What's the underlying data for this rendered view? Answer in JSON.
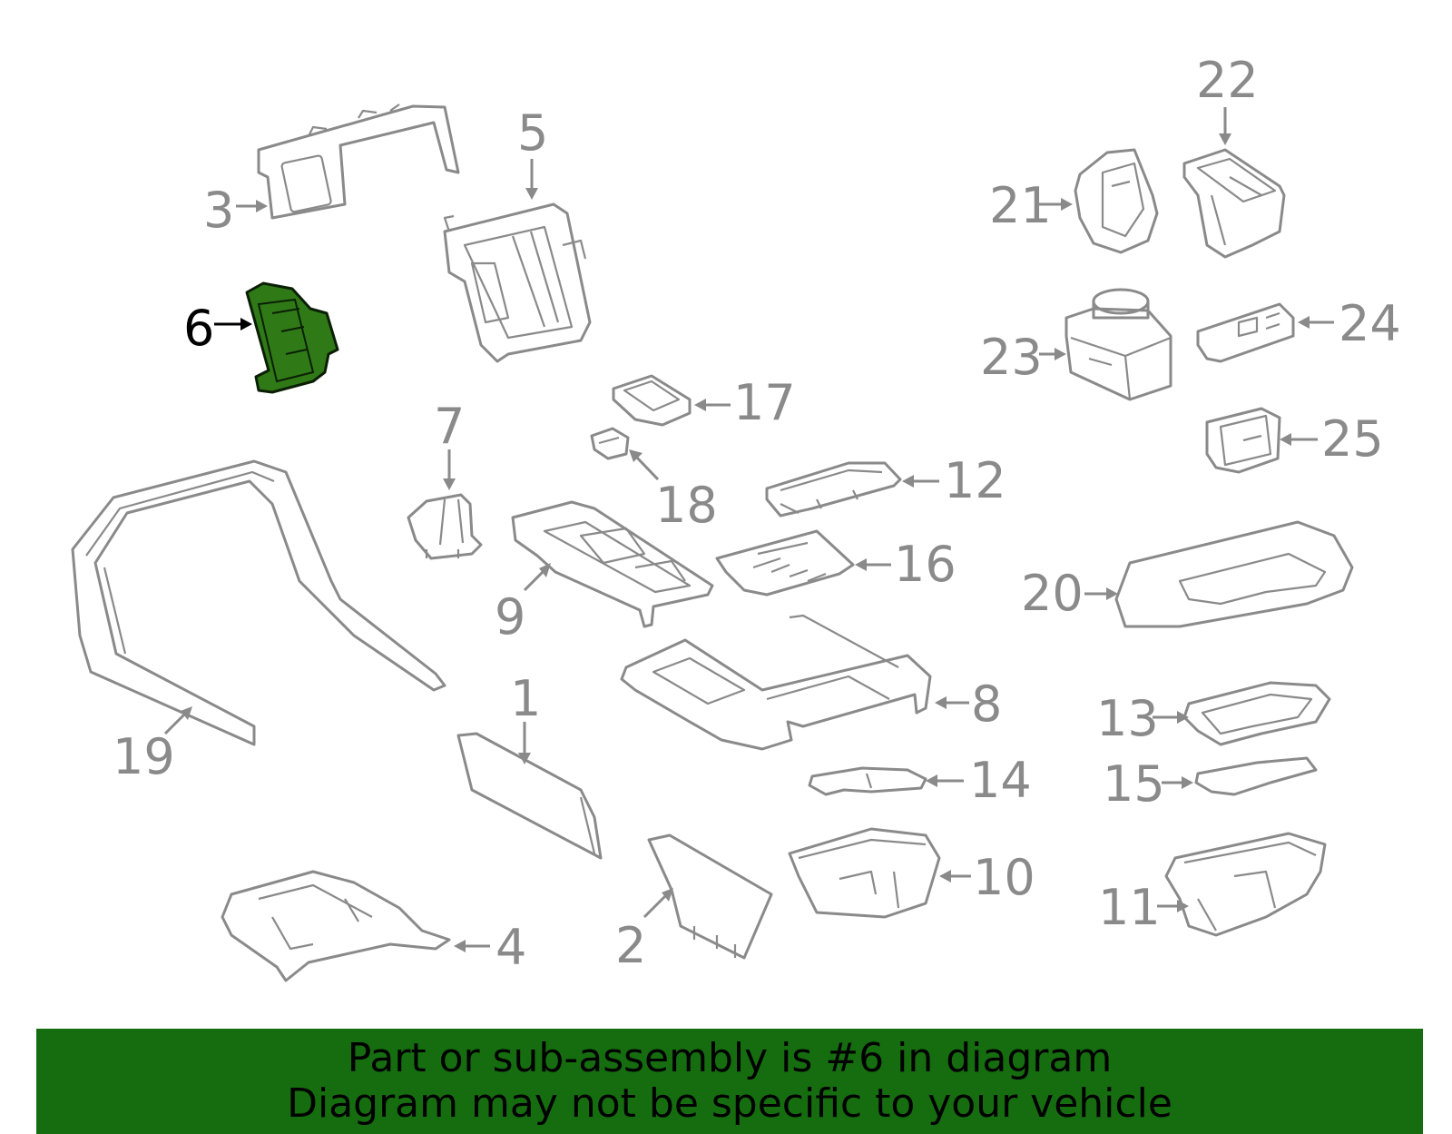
{
  "diagram": {
    "highlight_color": "#2f7a16",
    "outline_color": "#8a8a8a",
    "callouts": [
      {
        "id": "1",
        "label": "1"
      },
      {
        "id": "2",
        "label": "2"
      },
      {
        "id": "3",
        "label": "3"
      },
      {
        "id": "4",
        "label": "4"
      },
      {
        "id": "5",
        "label": "5"
      },
      {
        "id": "6",
        "label": "6",
        "highlighted": true
      },
      {
        "id": "7",
        "label": "7"
      },
      {
        "id": "8",
        "label": "8"
      },
      {
        "id": "9",
        "label": "9"
      },
      {
        "id": "10",
        "label": "10"
      },
      {
        "id": "11",
        "label": "11"
      },
      {
        "id": "12",
        "label": "12"
      },
      {
        "id": "13",
        "label": "13"
      },
      {
        "id": "14",
        "label": "14"
      },
      {
        "id": "15",
        "label": "15"
      },
      {
        "id": "16",
        "label": "16"
      },
      {
        "id": "17",
        "label": "17"
      },
      {
        "id": "18",
        "label": "18"
      },
      {
        "id": "19",
        "label": "19"
      },
      {
        "id": "20",
        "label": "20"
      },
      {
        "id": "21",
        "label": "21"
      },
      {
        "id": "22",
        "label": "22"
      },
      {
        "id": "23",
        "label": "23"
      },
      {
        "id": "24",
        "label": "24"
      },
      {
        "id": "25",
        "label": "25"
      }
    ]
  },
  "banner": {
    "background": "#166d10",
    "line1": "Part or sub-assembly is #6 in diagram",
    "line2": "Diagram may not be specific to your vehicle"
  }
}
